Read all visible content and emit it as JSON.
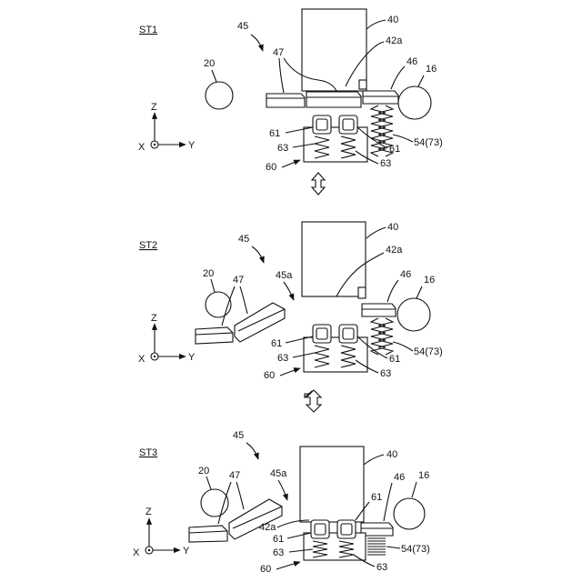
{
  "stages": [
    {
      "id": "ST1",
      "labels": {
        "n45": "45",
        "n40": "40",
        "n42a": "42a",
        "n47": "47",
        "n46": "46",
        "n16": "16",
        "n20": "20",
        "n61a": "61",
        "n61b": "61",
        "n63a": "63",
        "n63b": "63",
        "n60": "60",
        "n54": "54(73)"
      },
      "axes": {
        "z": "Z",
        "x": "X",
        "y": "Y"
      }
    },
    {
      "id": "ST2",
      "labels": {
        "n45": "45",
        "n45a": "45a",
        "n40": "40",
        "n42a": "42a",
        "n47": "47",
        "n46": "46",
        "n16": "16",
        "n20": "20",
        "n61a": "61",
        "n61b": "61",
        "n63a": "63",
        "n63b": "63",
        "n60": "60",
        "n54": "54(73)"
      },
      "axes": {
        "z": "Z",
        "x": "X",
        "y": "Y"
      }
    },
    {
      "id": "ST3",
      "labels": {
        "n45": "45",
        "n45a": "45a",
        "n40": "40",
        "n42a": "42a",
        "n47": "47",
        "n46": "46",
        "n16": "16",
        "n20": "20",
        "n61top": "61",
        "n61": "61",
        "n63a": "63",
        "n63b": "63",
        "n60": "60",
        "n54": "54(73)"
      },
      "axes": {
        "z": "Z",
        "x": "X",
        "y": "Y"
      }
    }
  ]
}
